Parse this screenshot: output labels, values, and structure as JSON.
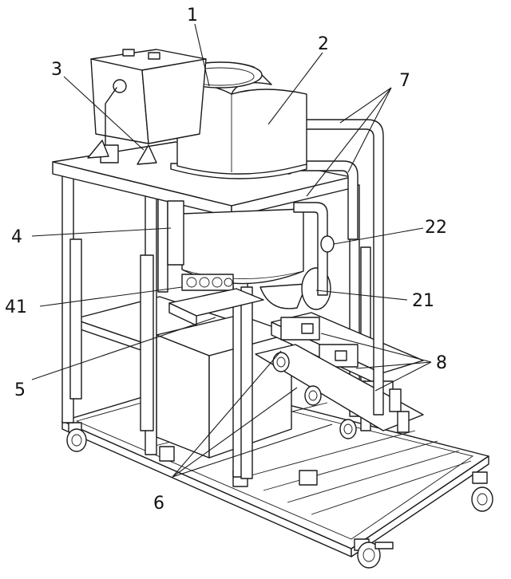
{
  "labels": {
    "l1": "1",
    "l2": "2",
    "l3": "3",
    "l4": "4",
    "l5": "5",
    "l6": "6",
    "l7": "7",
    "l8": "8",
    "l21": "21",
    "l22": "22",
    "l41": "41"
  },
  "colors": {
    "line": "#1a1a1a",
    "background": "#ffffff"
  }
}
